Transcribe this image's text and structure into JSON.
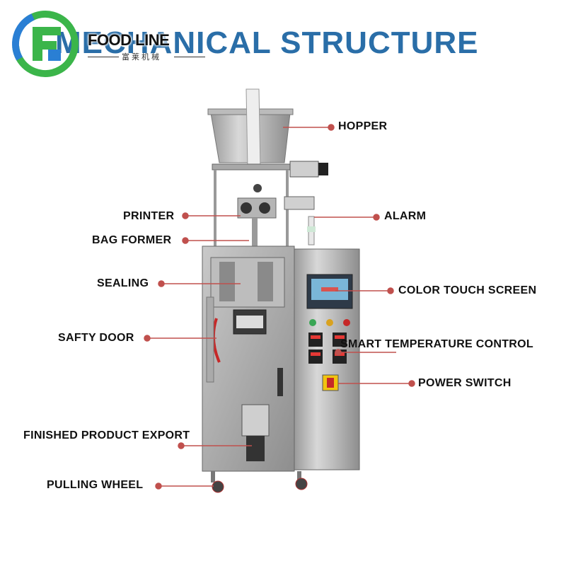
{
  "header": {
    "title": "MECHANICAL STRUCTURE",
    "brand_name": "FOOD LINE",
    "brand_subtitle": "富莱机械"
  },
  "colors": {
    "title": "#2a6ea8",
    "logo_green": "#3bb54a",
    "logo_blue": "#2a7fd4",
    "callout": "#c0504d"
  },
  "labels": {
    "hopper": "HOPPER",
    "printer": "PRINTER",
    "alarm": "ALARM",
    "bag_former": "BAG FORMER",
    "sealing": "SEALING",
    "color_touch_screen": "COLOR TOUCH SCREEN",
    "safty_door": "SAFTY DOOR",
    "smart_temperature_control": "SMART TEMPERATURE CONTROL",
    "power_switch": "POWER SWITCH",
    "finished_product_export": "FINISHED PRODUCT EXPORT",
    "pulling_wheel": "PULLING WHEEL"
  }
}
